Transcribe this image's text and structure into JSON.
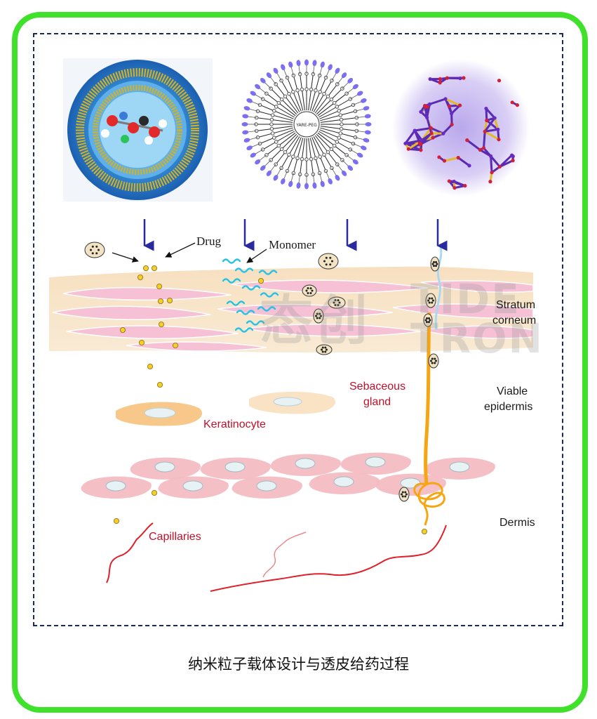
{
  "caption": "纳米粒子载体设计与透皮给药过程",
  "watermark": {
    "text_cn": "态创",
    "text_en_1": "TIDE",
    "text_en_2": "TRON",
    "color": "#9a9a9a"
  },
  "nanocarriers": [
    {
      "icon": "liposome-icon"
    },
    {
      "icon": "dendrimer-icon",
      "label": "YARE-PEG"
    },
    {
      "icon": "polymer-network-icon"
    }
  ],
  "labels": {
    "drug": "Drug",
    "monomer": "Monomer",
    "keratinocyte": "Keratinocyte",
    "sebaceous_line1": "Sebaceous",
    "sebaceous_line2": "gland",
    "capillaries": "Capillaries"
  },
  "layers": {
    "stratum_line1": "Stratum",
    "stratum_line2": "corneum",
    "viable_line1": "Viable",
    "viable_line2": "epidermis",
    "dermis": "Dermis"
  },
  "colors": {
    "border": "#3fe12a",
    "dashed": "#1c2a5a",
    "arrow": "#2a2aa0",
    "label_red": "#c0102a",
    "drug_dot": "#f2cf2a",
    "hair": "#f5a612",
    "monomer": "#27c3e6",
    "cell_pink": "#f4b8c0"
  }
}
